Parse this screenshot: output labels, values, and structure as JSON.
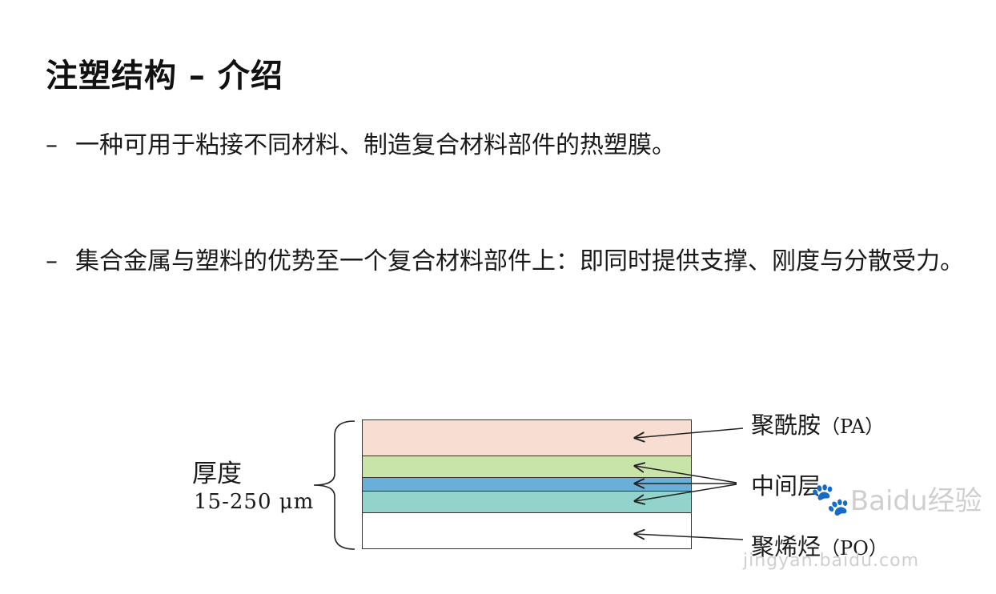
{
  "title": "注塑结构 – 介绍",
  "bullets": [
    {
      "dash": "–",
      "text": "一种可用于粘接不同材料、制造复合材料部件的热塑膜。"
    },
    {
      "dash": "–",
      "text": "集合金属与塑料的优势至一个复合材料部件上：即同时提供支撑、刚度与分散受力。"
    }
  ],
  "diagram": {
    "thickness_label": "厚度",
    "thickness_range": "15-250 μm",
    "label_pa": "聚酰胺",
    "label_pa_abbr": "（PA）",
    "label_middle": "中间层",
    "label_po": "聚烯烃",
    "label_po_abbr": "（PO）",
    "colors": {
      "pa": "#f8ddd3",
      "middle_top": "#c8e4a8",
      "middle_center": "#6aafd5",
      "middle_bottom": "#92d3cb",
      "po": "#ffffff"
    }
  },
  "watermark": {
    "brand": "Baidu",
    "suffix": "经验",
    "url": "jingyan.baidu.com"
  }
}
